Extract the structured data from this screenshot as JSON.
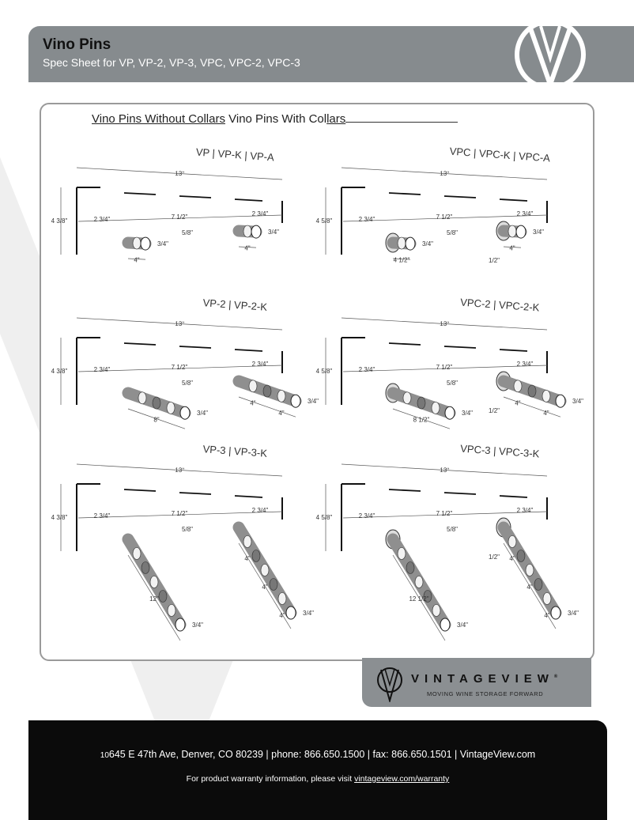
{
  "header": {
    "title": "Vino Pins",
    "subtitle": "Spec Sheet for VP, VP-2, VP-3, VPC, VPC-2, VPC-3",
    "logo_icon": "vintageview-v-logo"
  },
  "section": {
    "without_collars": "Vino Pins Without Collars",
    "with_collars_prefix": "Vino Pins With Col",
    "with_collars_underlined": "lars"
  },
  "colors": {
    "header_bg": "#868b8e",
    "footer_bg": "#0b0b0b",
    "pin": "#9a9a9a"
  },
  "panels": [
    {
      "title": "VP  |  VP-K | VP-A",
      "width": "13\"",
      "height": "4 3/8\"",
      "left": "2 3/4\"",
      "spacing": "7 1/2\"",
      "right": "2 3/4\"",
      "gap": "5/8\"",
      "diam_left": "3/4\"",
      "diam_right": "3/4\"",
      "len_left": [
        "4\""
      ],
      "len_right": [
        "4\""
      ],
      "collar": false,
      "segments": 1
    },
    {
      "title": "VPC  |  VPC-K  |  VPC-A",
      "width": "13\"",
      "height": "4 5/8\"",
      "left": "2 3/4\"",
      "spacing": "7 1/2\"",
      "right": "2 3/4\"",
      "gap": "5/8\"",
      "diam_left": "3/4\"",
      "diam_right": "3/4\"",
      "len_left": [
        "4 1/2\""
      ],
      "len_right": [
        "4\""
      ],
      "collar_depth": "1/2\"",
      "collar": true,
      "segments": 1
    },
    {
      "title": "VP-2  |  VP-2-K",
      "width": "13\"",
      "height": "4 3/8\"",
      "left": "2 3/4\"",
      "spacing": "7 1/2\"",
      "right": "2 3/4\"",
      "gap": "5/8\"",
      "diam_left": "3/4\"",
      "diam_right": "3/4\"",
      "len_left": [
        "8\""
      ],
      "len_right": [
        "4\"",
        "4\""
      ],
      "collar": false,
      "segments": 2
    },
    {
      "title": "VPC-2  |  VPC-2-K",
      "width": "13\"",
      "height": "4 5/8\"",
      "left": "2 3/4\"",
      "spacing": "7 1/2\"",
      "right": "2 3/4\"",
      "gap": "5/8\"",
      "diam_left": "3/4\"",
      "diam_right": "3/4\"",
      "len_left": [
        "8 1/2\""
      ],
      "len_right": [
        "4\"",
        "4\""
      ],
      "collar_depth": "1/2\"",
      "collar": true,
      "segments": 2
    },
    {
      "title": "VP-3  |  VP-3-K",
      "width": "13\"",
      "height": "4 3/8\"",
      "left": "2 3/4\"",
      "spacing": "7 1/2\"",
      "right": "2 3/4\"",
      "gap": "5/8\"",
      "diam_left": "3/4\"",
      "diam_right": "3/4\"",
      "len_left": [
        "12\""
      ],
      "len_right": [
        "4\"",
        "4\"",
        "4\""
      ],
      "collar": false,
      "segments": 3
    },
    {
      "title": "VPC-3  |  VPC-3-K",
      "width": "13\"",
      "height": "4 5/8\"",
      "left": "2 3/4\"",
      "spacing": "7 1/2\"",
      "right": "2 3/4\"",
      "gap": "5/8\"",
      "diam_left": "3/4\"",
      "diam_right": "3/4\"",
      "len_left": [
        "12 1/2\""
      ],
      "len_right": [
        "4\"",
        "4\"",
        "4\""
      ],
      "collar_depth": "1/2\"",
      "collar": true,
      "segments": 3
    }
  ],
  "brand": {
    "name": "VINTAGEVIEW",
    "registered": "®",
    "tagline": "MOVING WINE STORAGE FORWARD"
  },
  "footer": {
    "address_prefix": "10",
    "address": "645 E 47th Ave, Denver, CO 80239 | phone: 866.650.1500 | fax: 866.650.1501 | VintageView.com",
    "warranty_text": "For product warranty information, please visit ",
    "warranty_link": "vintageview.com/warranty"
  }
}
